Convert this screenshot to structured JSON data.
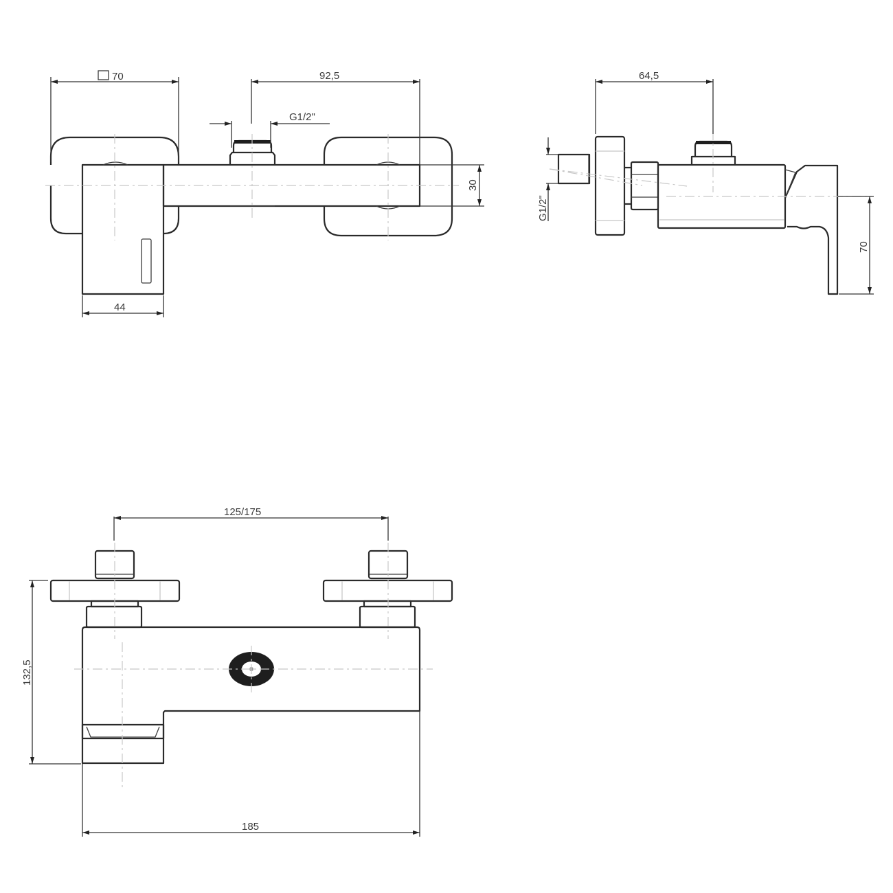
{
  "drawing": {
    "type": "technical-drawing",
    "subject": "wall-mounted shower mixer",
    "views": {
      "front": {
        "dimensions": {
          "flange_square": {
            "symbol": "□",
            "value": "70"
          },
          "center_to_outlet": "92,5",
          "thread": "G1/2\"",
          "body_height": "30",
          "spout_width": "44"
        }
      },
      "side": {
        "dimensions": {
          "depth": "64,5",
          "thread": "G1/2\"",
          "lever_height": "70"
        }
      },
      "top": {
        "dimensions": {
          "connection_centers": "125/175",
          "overall_depth": "132,5",
          "overall_width": "185"
        }
      }
    },
    "colors": {
      "line": "#2a2a2a",
      "centerline": "#c8c8c8",
      "text": "#3a3a3a",
      "background": "#ffffff"
    }
  }
}
